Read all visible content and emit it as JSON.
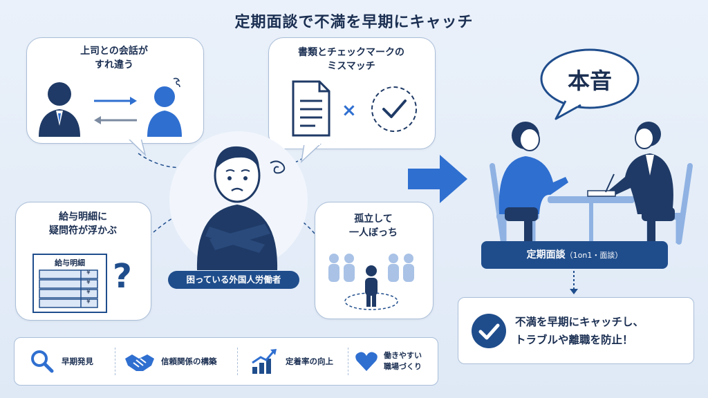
{
  "title": "定期面談で不満を早期にキャッチ",
  "bubbles": {
    "boss": "上司との会話が\nすれ違う",
    "checkmark": "書類とチェックマークの\nミスマッチ",
    "salary": "給与明細に\n疑問符が浮かぶ",
    "isolation": "孤立して\n一人ぼっち",
    "salary_doc": "給与明細",
    "yen": "¥",
    "cross": "×",
    "question": "?"
  },
  "person_label": "困っている外国人労働者",
  "speech": "本音",
  "meeting": {
    "label": "定期面談",
    "sub": "（1on1・面談）"
  },
  "result": {
    "line1": "不満を早期にキャッチし、",
    "line2": "トラブルや離職を防止！"
  },
  "legend": [
    {
      "icon": "search-icon",
      "label": "早期発見"
    },
    {
      "icon": "handshake-icon",
      "label": "信頼関係の構築"
    },
    {
      "icon": "growth-chart-icon",
      "label": "定着率の向上"
    },
    {
      "icon": "heart-icon",
      "label": "働きやすい\n職場づくり"
    }
  ],
  "colors": {
    "navy": "#1f4d8c",
    "blue": "#2f6fd0",
    "light": "#8fb2e3"
  }
}
